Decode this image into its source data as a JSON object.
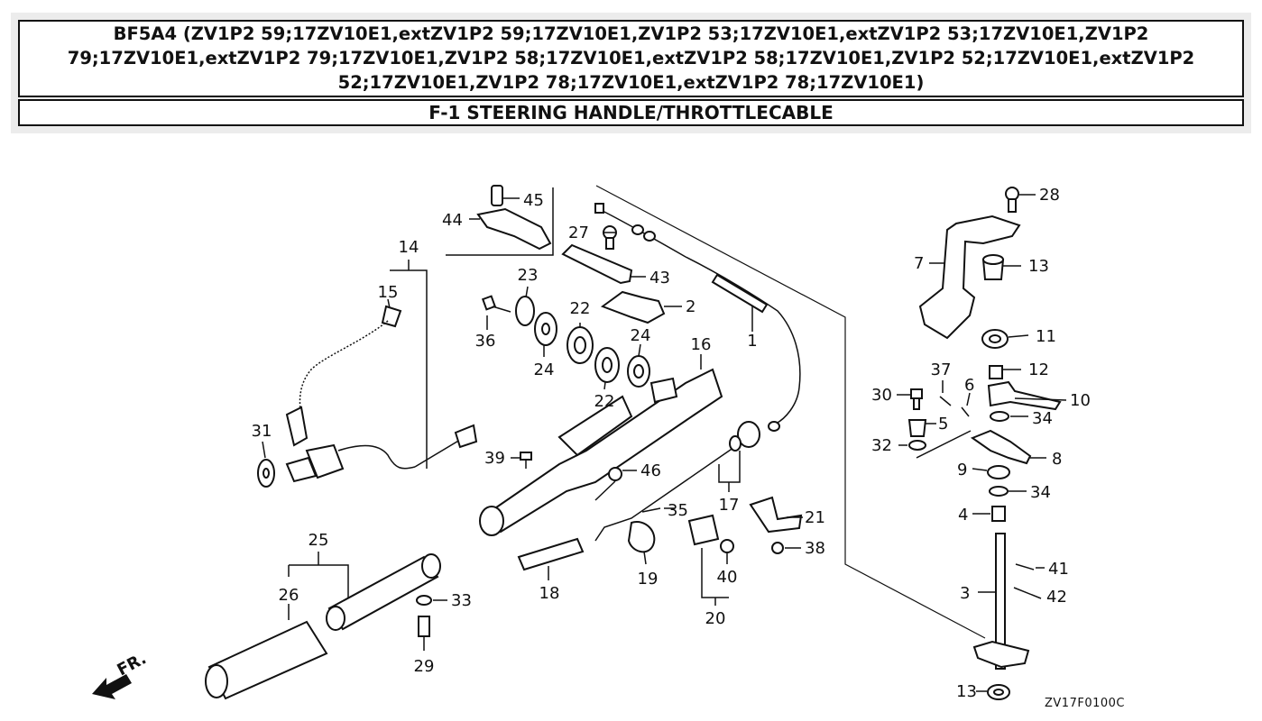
{
  "header": {
    "title": "BF5A4 (ZV1P2 59;17ZV10E1,extZV1P2 59;17ZV10E1,ZV1P2 53;17ZV10E1,extZV1P2 53;17ZV10E1,ZV1P2 79;17ZV10E1,extZV1P2 79;17ZV10E1,ZV1P2 58;17ZV10E1,extZV1P2 58;17ZV10E1,ZV1P2 52;17ZV10E1,extZV1P2 52;17ZV10E1,ZV1P2 78;17ZV10E1,extZV1P2 78;17ZV10E1)",
    "section": "F-1 STEERING HANDLE/THROTTLECABLE"
  },
  "diagram": {
    "code": "ZV17F0100C",
    "direction": "FR.",
    "labels": {
      "p1": "1",
      "p2": "2",
      "p3": "3",
      "p4": "4",
      "p5": "5",
      "p6": "6",
      "p7": "7",
      "p8": "8",
      "p9": "9",
      "p10": "10",
      "p11": "11",
      "p12": "12",
      "p13a": "13",
      "p13b": "13",
      "p14": "14",
      "p15": "15",
      "p16": "16",
      "p17": "17",
      "p18": "18",
      "p19": "19",
      "p20": "20",
      "p21": "21",
      "p22a": "22",
      "p22b": "22",
      "p23": "23",
      "p24a": "24",
      "p24b": "24",
      "p25": "25",
      "p26": "26",
      "p27": "27",
      "p28": "28",
      "p29": "29",
      "p30": "30",
      "p31": "31",
      "p32": "32",
      "p33": "33",
      "p34a": "34",
      "p34b": "34",
      "p35": "35",
      "p36": "36",
      "p37": "37",
      "p38": "38",
      "p39": "39",
      "p40": "40",
      "p41": "41",
      "p42": "42",
      "p43": "43",
      "p44": "44",
      "p45": "45",
      "p46": "46"
    }
  }
}
